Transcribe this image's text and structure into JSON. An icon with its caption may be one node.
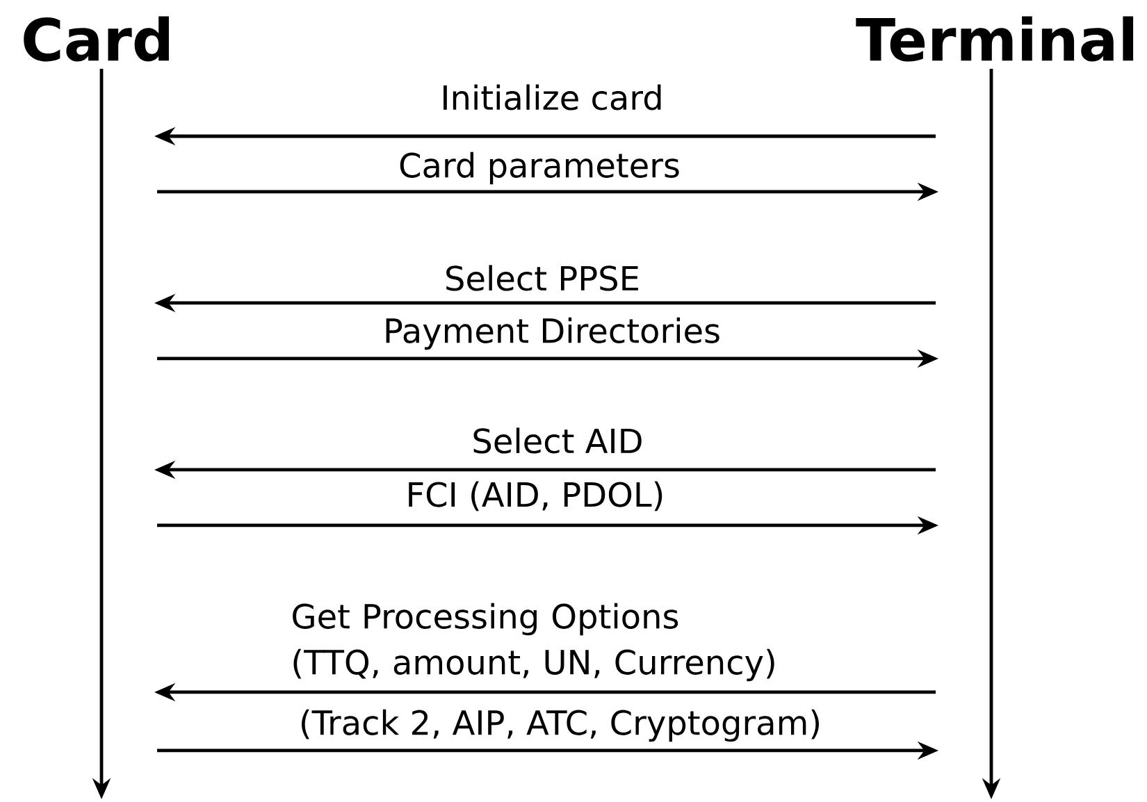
{
  "diagram": {
    "nodes": [
      {
        "text": [
          "Card"
        ]
      },
      {
        "text": [
          "Terminal"
        ]
      }
    ],
    "edges": [
      {
        "from": 1,
        "to": 0,
        "arrow": "to",
        "label": "Initialize card"
      },
      {
        "from": 0,
        "to": 1,
        "arrow": "to",
        "label": "Card parameters"
      },
      {
        "from": 1,
        "to": 0,
        "arrow": "to",
        "label": "Select PPSE"
      },
      {
        "from": 0,
        "to": 1,
        "arrow": "to",
        "label": "Payment Directories"
      },
      {
        "from": 1,
        "to": 0,
        "arrow": "to",
        "label": "Select AID"
      },
      {
        "from": 0,
        "to": 1,
        "arrow": "to",
        "label": "FCI (AID, PDOL)"
      },
      {
        "from": 1,
        "to": 0,
        "arrow": "to",
        "label": "Get Processing Options (TTQ, amount, UN, Currency)"
      },
      {
        "from": 0,
        "to": 1,
        "arrow": "to",
        "label": "(Track 2, AIP, ATC, Cryptogram)"
      }
    ]
  }
}
